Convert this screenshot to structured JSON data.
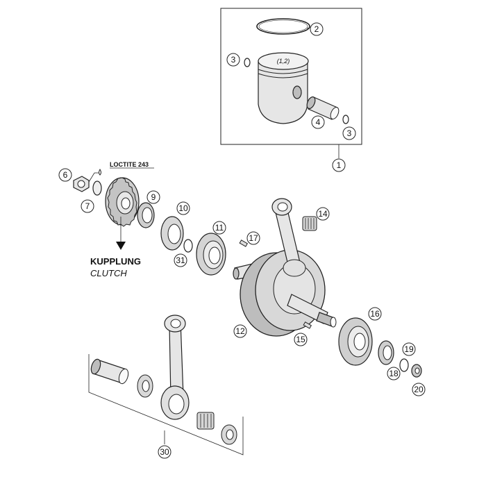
{
  "labels": {
    "loctite": "LOCTITE 243",
    "kupplung": "KUPPLUNG",
    "clutch": "CLUTCH",
    "piston_marking": "(1,2)"
  },
  "callouts": {
    "c1": "1",
    "c2": "2",
    "c3a": "3",
    "c3b": "3",
    "c4": "4",
    "c6": "6",
    "c7": "7",
    "c9": "9",
    "c10": "10",
    "c11": "11",
    "c12": "12",
    "c14": "14",
    "c15": "15",
    "c16": "16",
    "c17": "17",
    "c18": "18",
    "c19": "19",
    "c20": "20",
    "c30": "30",
    "c31": "31"
  }
}
